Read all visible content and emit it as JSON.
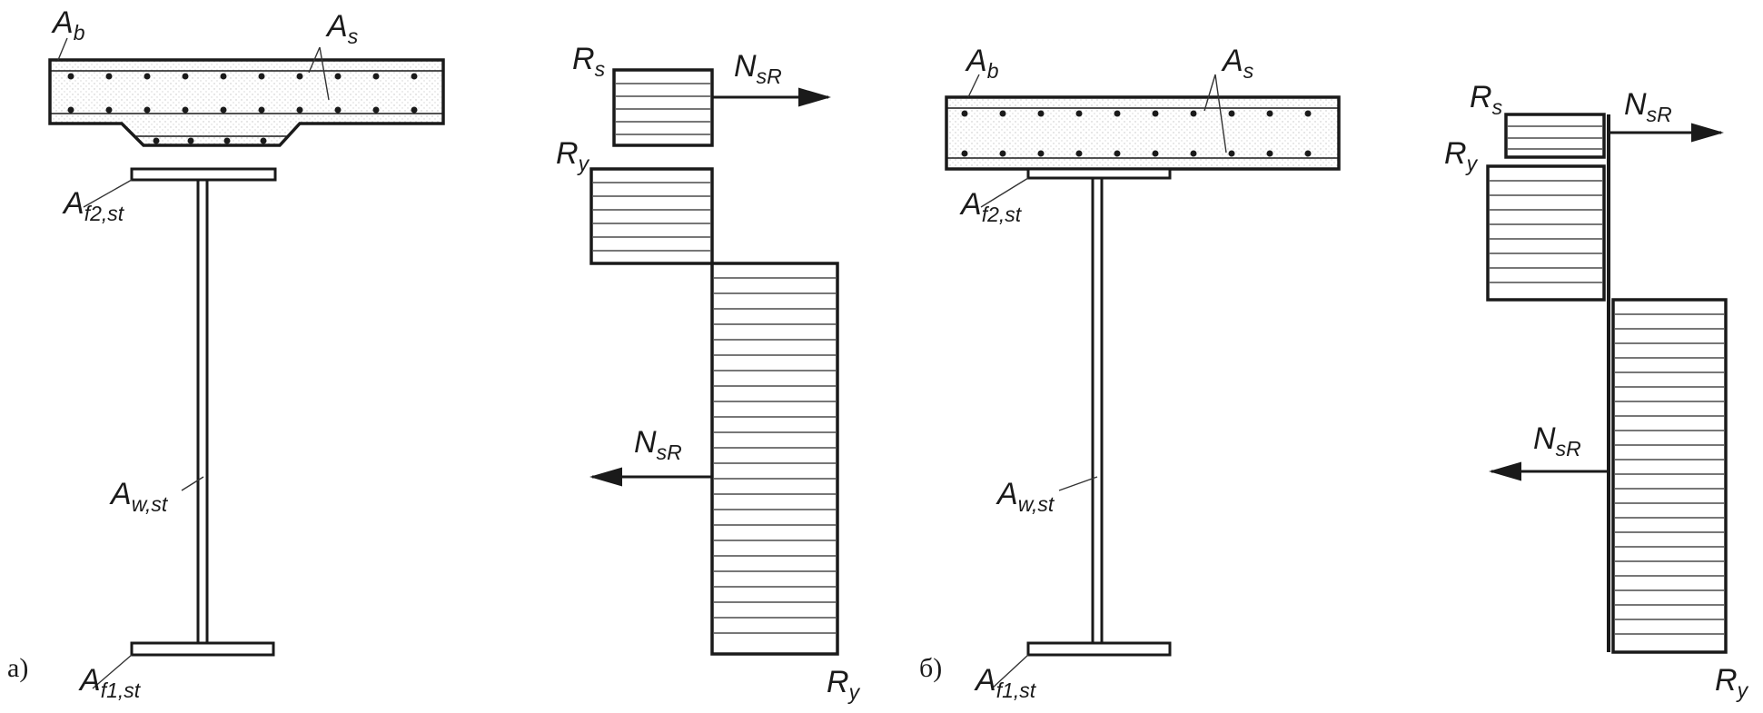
{
  "figure": {
    "panels": [
      {
        "id": "a",
        "panel_label": "а)",
        "section": {
          "slab_label_main": "A",
          "slab_label_sub": "b",
          "rebar_label_main": "A",
          "rebar_label_sub": "s",
          "top_flange_label_main": "A",
          "top_flange_label_sub": "f2,st",
          "web_label_main": "A",
          "web_label_sub": "w,st",
          "bottom_flange_label_main": "A",
          "bottom_flange_label_sub": "f1,st",
          "slab_has_haunch": true
        },
        "stress_diagram": {
          "rebar_stress_main": "R",
          "rebar_stress_sub": "s",
          "compression_stress_main": "R",
          "compression_stress_sub": "y",
          "tension_stress_main": "R",
          "tension_stress_sub": "y",
          "top_force_main": "N",
          "top_force_sub": "sR",
          "bottom_force_main": "N",
          "bottom_force_sub": "sR"
        }
      },
      {
        "id": "b",
        "panel_label": "б)",
        "section": {
          "slab_label_main": "A",
          "slab_label_sub": "b",
          "rebar_label_main": "A",
          "rebar_label_sub": "s",
          "top_flange_label_main": "A",
          "top_flange_label_sub": "f2,st",
          "web_label_main": "A",
          "web_label_sub": "w,st",
          "bottom_flange_label_main": "A",
          "bottom_flange_label_sub": "f1,st",
          "slab_has_haunch": false
        },
        "stress_diagram": {
          "rebar_stress_main": "R",
          "rebar_stress_sub": "s",
          "compression_stress_main": "R",
          "compression_stress_sub": "y",
          "tension_stress_main": "R",
          "tension_stress_sub": "y",
          "top_force_main": "N",
          "top_force_sub": "sR",
          "bottom_force_main": "N",
          "bottom_force_sub": "sR"
        }
      }
    ]
  }
}
